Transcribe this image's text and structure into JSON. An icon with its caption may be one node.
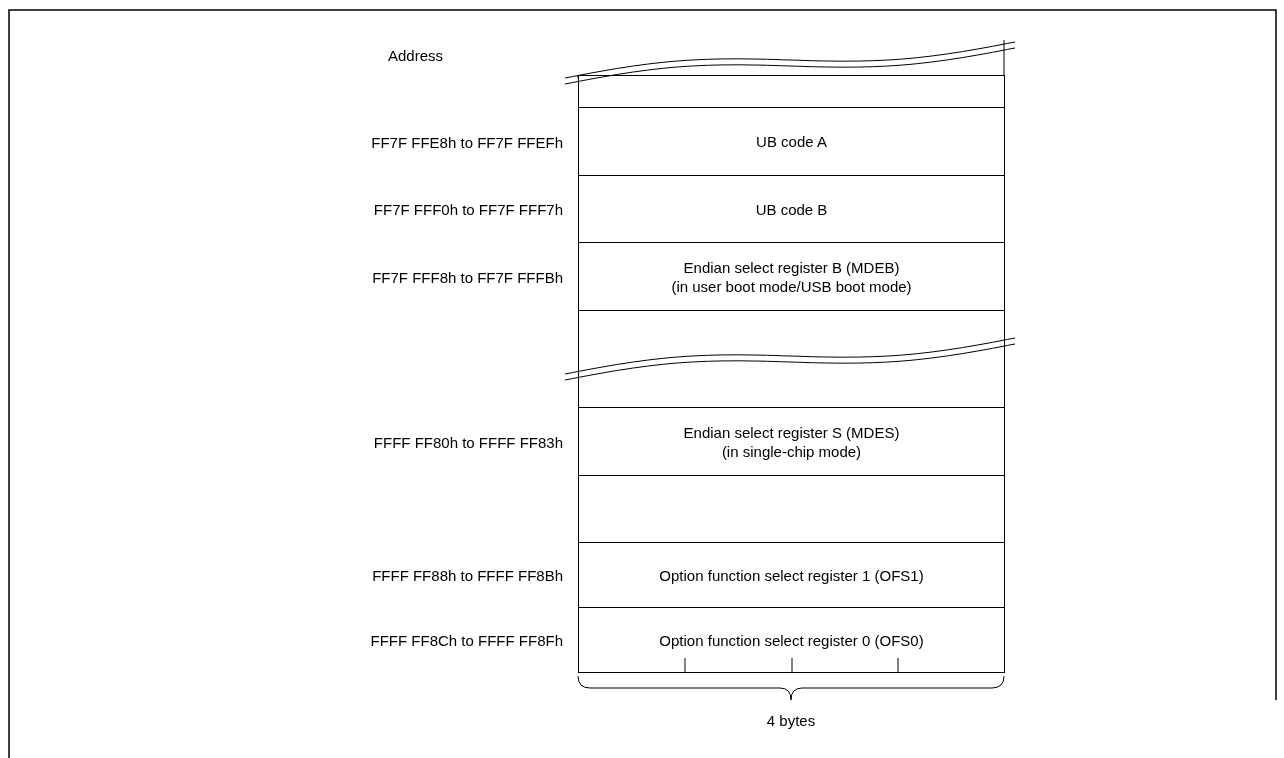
{
  "diagram": {
    "nodes": [
      {
        "text": [],
        "shape": "box"
      },
      {
        "text": [
          "UB code A"
        ],
        "beside": [
          "FF7F FFE8h to FF7F FFEFh"
        ]
      },
      {
        "text": [
          "UB code B"
        ],
        "beside": [
          "FF7F FFF0h to FF7F FFF7h"
        ]
      },
      {
        "text": [
          "Endian select register B (MDEB)",
          "(in user boot mode/USB boot mode)"
        ],
        "beside": [
          "FF7F FFF8h to FF7F FFFBh"
        ]
      },
      {
        "text": [],
        "shape": "box"
      },
      {
        "text": [],
        "shape": "box"
      },
      {
        "text": [
          "Endian select register S (MDES)",
          "(in single-chip mode)"
        ],
        "beside": [
          "FFFF FF80h to FFFF FF83h"
        ]
      },
      {
        "text": [],
        "shape": "box"
      },
      {
        "text": [
          "Option function select register 1 (OFS1)"
        ],
        "beside": [
          "FFFF FF88h to FFFF FF8Bh"
        ]
      },
      {
        "text": [
          "Option function select register 0 (OFS0)"
        ],
        "beside": [
          "FFFF FF8Ch to FFFF FF8Fh"
        ]
      }
    ],
    "labels": [
      "Address",
      "4 bytes"
    ]
  }
}
